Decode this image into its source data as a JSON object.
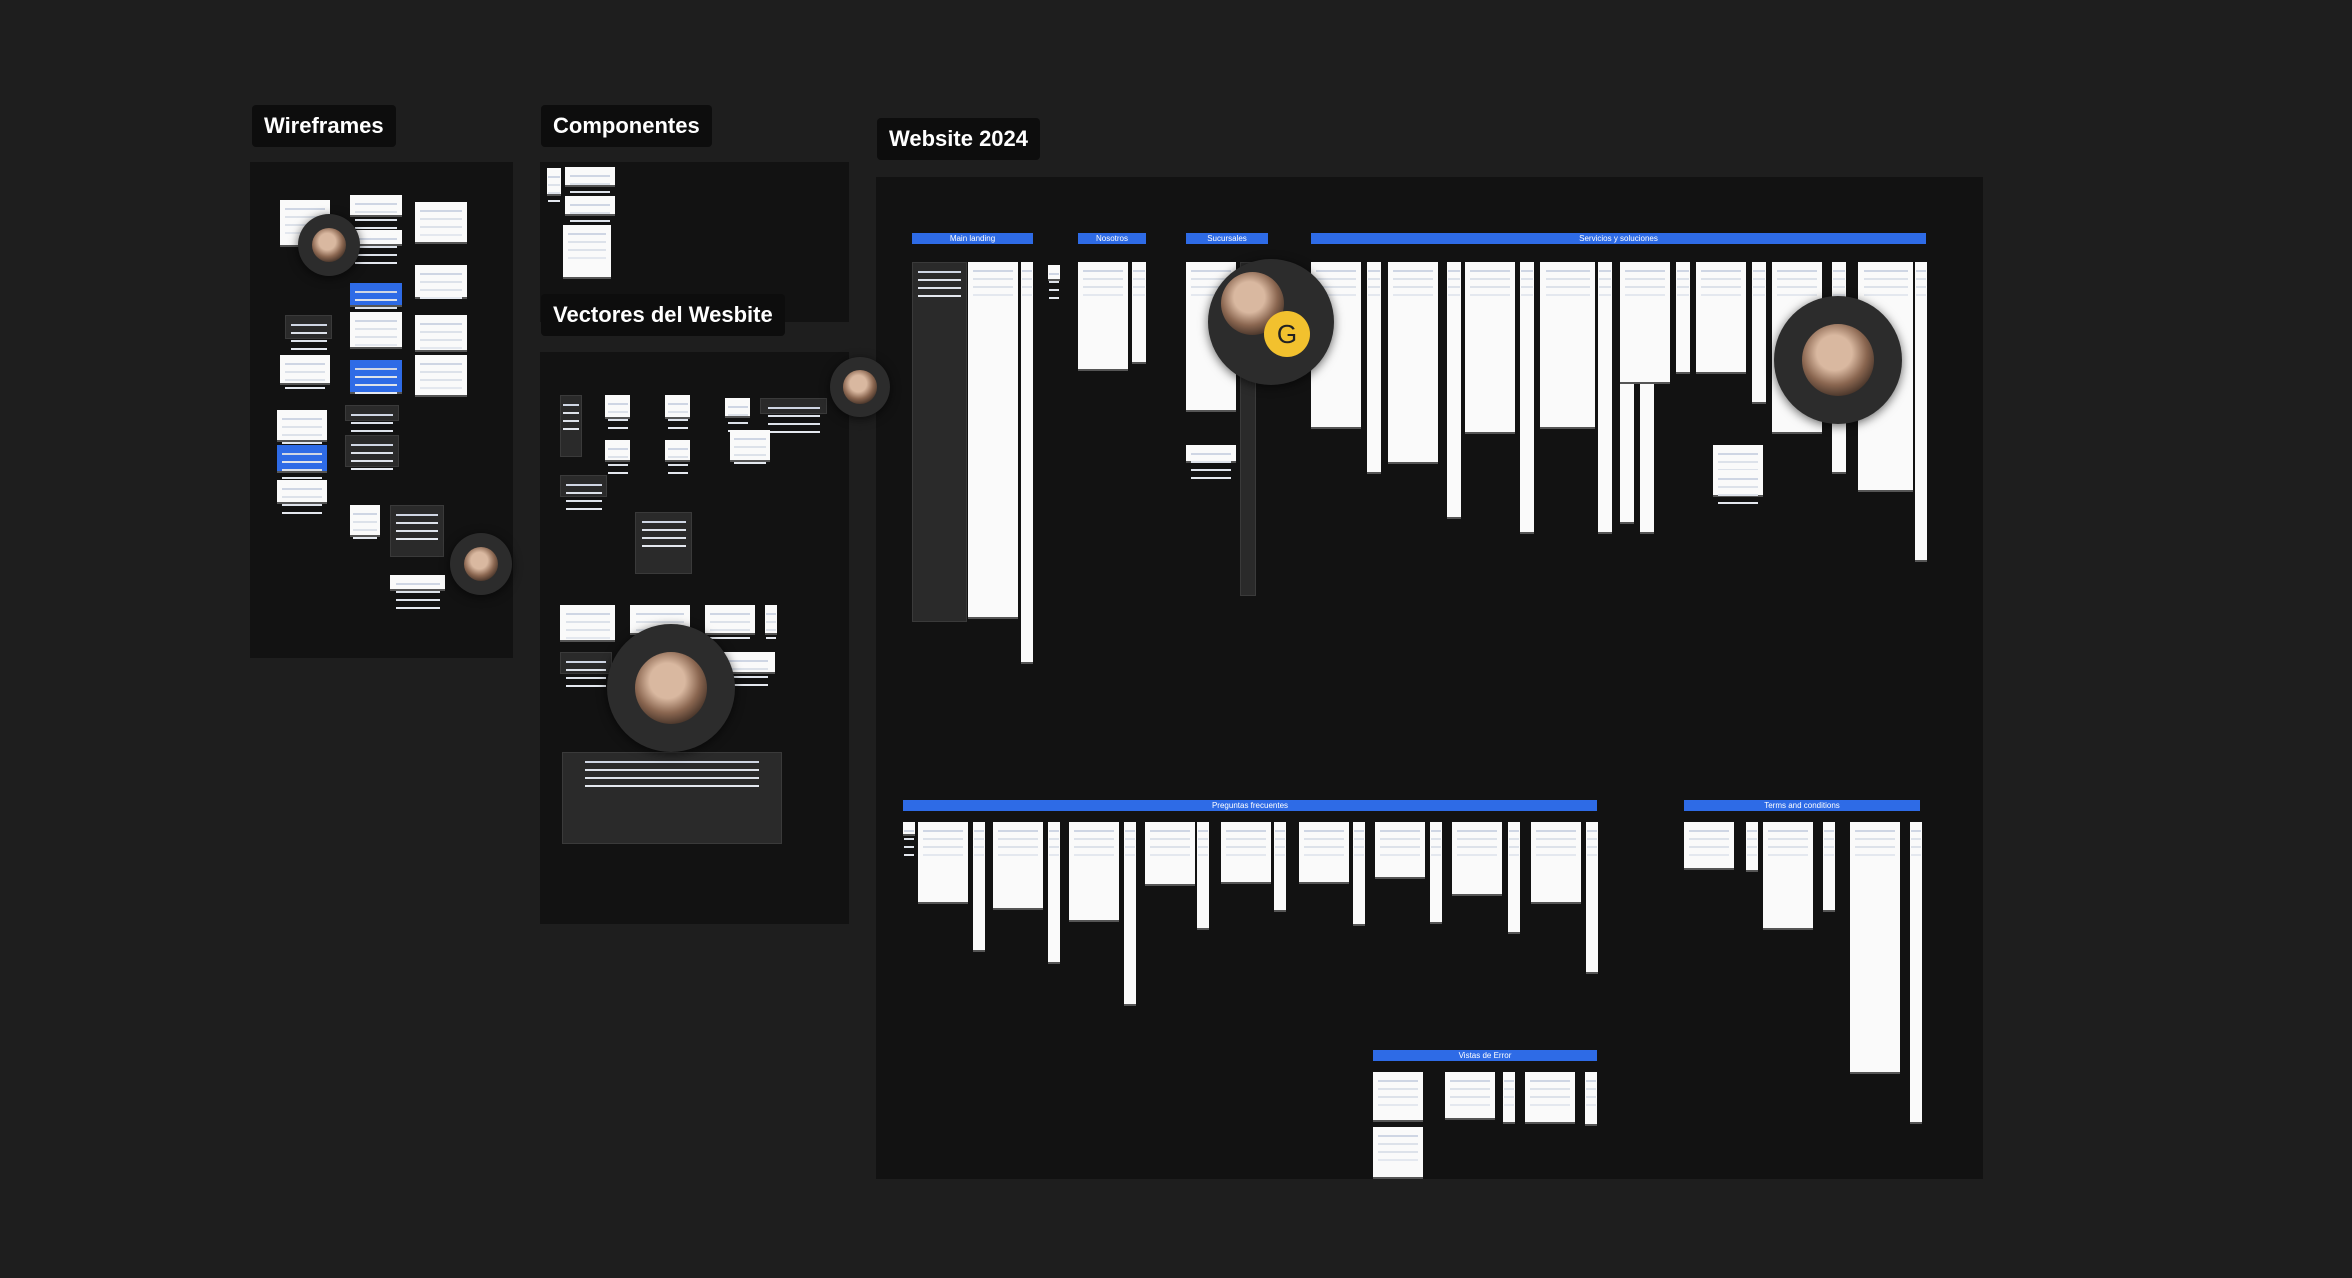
{
  "sections": {
    "wireframes": "Wireframes",
    "componentes": "Componentes",
    "vectores": "Vectores del Wesbite",
    "website": "Website 2024"
  },
  "website_groups": {
    "main_landing": "Main landing",
    "nosotros": "Nosotros",
    "sucursales": "Sucursales",
    "servicios": "Servicios y soluciones",
    "preguntas": "Preguntas frecuentes",
    "terms": "Terms and conditions",
    "errores": "Vistas de Error"
  },
  "collaborators": {
    "badge_initial": "G"
  },
  "colors": {
    "canvas": "#1e1e1e",
    "frame": "#121212",
    "accent": "#2e6be6",
    "badge": "#f2c12e"
  }
}
